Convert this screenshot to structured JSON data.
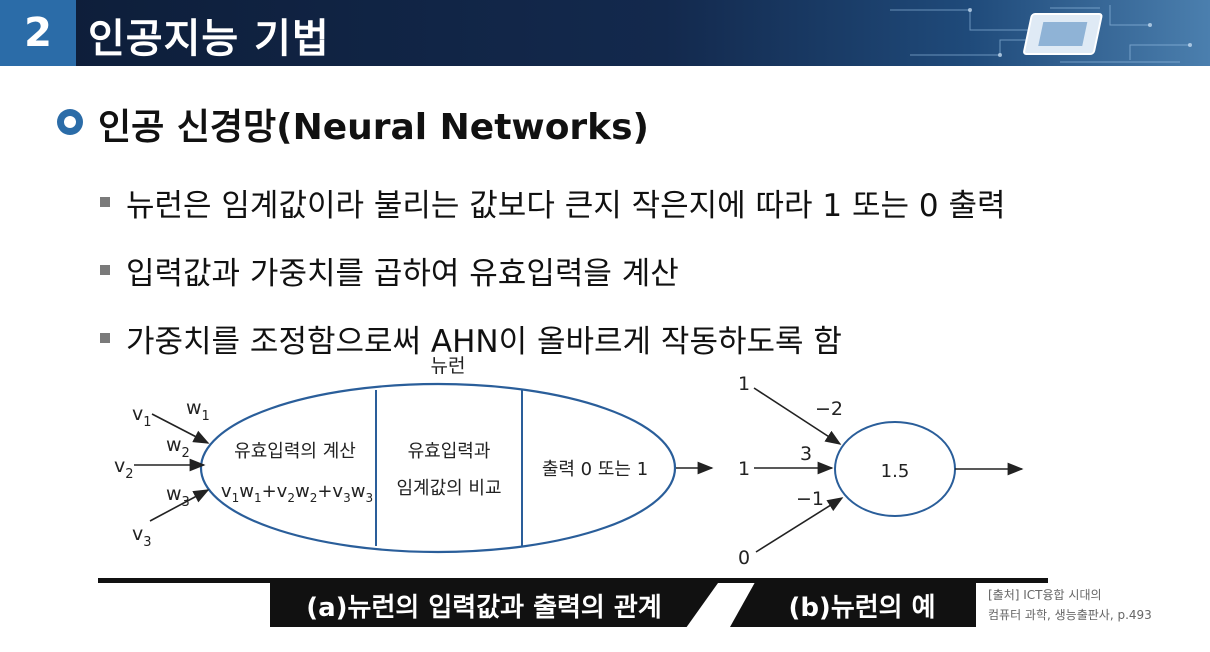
{
  "header": {
    "number": "2",
    "title": "인공지능 기법"
  },
  "section": {
    "title": "인공 신경망(Neural Networks)"
  },
  "bullets": [
    "뉴런은 임계값이라 불리는 값보다 큰지 작은지에 따라 1 또는 0 출력",
    "입력값과 가중치를 곱하여 유효입력을 계산",
    "가중치를 조정함으로써 AHN이 올바르게 작동하도록 함"
  ],
  "diagram_a": {
    "neuron_label": "뉴런",
    "inputs": [
      "v1",
      "v2",
      "v3"
    ],
    "weights": [
      "w1",
      "w2",
      "w3"
    ],
    "cell1_title": "유효입력의 계산",
    "cell1_formula": "v1w1+v2w2+v3w3",
    "cell2_line1": "유효입력과",
    "cell2_line2": "임계값의 비교",
    "cell3": "출력 0 또는 1"
  },
  "diagram_b": {
    "inputs": [
      "1",
      "1",
      "0"
    ],
    "weights": [
      "−2",
      "3",
      "−1"
    ],
    "threshold": "1.5"
  },
  "captions": {
    "a": "(a)뉴런의 입력값과 출력의 관계",
    "b": "(b)뉴런의 예"
  },
  "source": {
    "line1": "[출처] ICT융합 시대의",
    "line2": "컴퓨터 과학, 생능출판사, p.493"
  }
}
